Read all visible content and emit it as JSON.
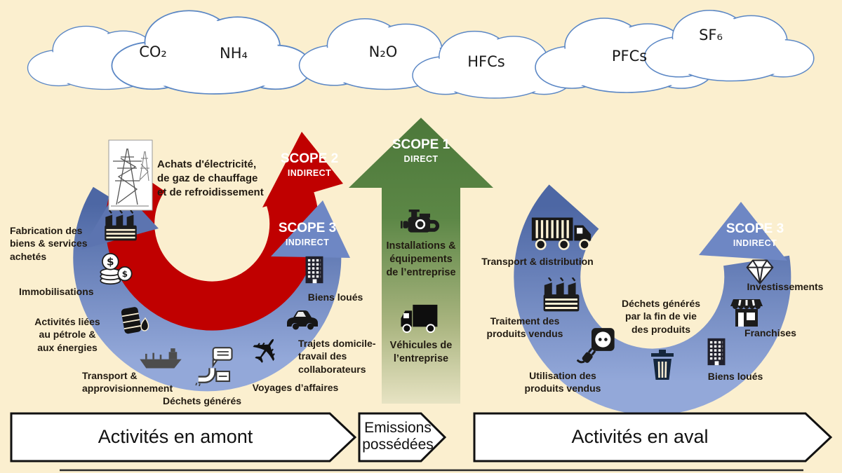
{
  "colors": {
    "background": "#FBEFCF",
    "cloud_outline": "#5B87C5",
    "scope1_green": "#4C783A",
    "scope2_red": "#C00000",
    "scope3_blue": "#6E87C4"
  },
  "gases": [
    {
      "label": "CO₂"
    },
    {
      "label": "NH₄"
    },
    {
      "label": "N₂O"
    },
    {
      "label": "HFCs"
    },
    {
      "label": "PFCs"
    },
    {
      "label": "SF₆"
    }
  ],
  "upstream": {
    "scope2": {
      "title": "SCOPE 2",
      "level": "INDIRECT"
    },
    "scope3": {
      "title": "SCOPE 3",
      "level": "INDIRECT"
    },
    "electricity_label": "Achats d'électricité,\nde gaz de chauffage\net de refroidissement",
    "items": [
      {
        "icon": "factory-icon",
        "label": "Fabrication des\nbiens & services\nachetés"
      },
      {
        "icon": "coins-icon",
        "label": "Immobilisations"
      },
      {
        "icon": "oil-barrel-icon",
        "label": "Activités liées\nau pétrole &\naux énergies"
      },
      {
        "icon": "cargo-ship-icon",
        "label": "Transport &\napprovisionnement"
      },
      {
        "icon": "waste-pipe-icon",
        "label": "Déchets générés"
      },
      {
        "icon": "airplane-icon",
        "label": "Voyages d’affaires"
      },
      {
        "icon": "car-icon",
        "label": "Trajets domicile-\ntravail des\ncollaborateurs"
      },
      {
        "icon": "building-icon",
        "label": "Biens loués"
      }
    ]
  },
  "owned": {
    "scope1": {
      "title": "SCOPE 1",
      "level": "DIRECT"
    },
    "items": [
      {
        "icon": "engine-icon",
        "label": "Installations &\néquipements\nde l’entreprise"
      },
      {
        "icon": "box-truck-icon",
        "label": "Véhicules de\nl’entreprise"
      }
    ]
  },
  "downstream": {
    "scope3": {
      "title": "SCOPE 3",
      "level": "INDIRECT"
    },
    "items": [
      {
        "icon": "delivery-truck-icon",
        "label": "Transport & distribution"
      },
      {
        "icon": "factory-icon",
        "label": "Traitement des\nproduits vendus"
      },
      {
        "icon": "plug-icon",
        "label": "Utilisation des\nproduits vendus"
      },
      {
        "icon": "trash-icon",
        "label": "Déchets générés\npar la fin de vie\ndes produits"
      },
      {
        "icon": "diamond-icon",
        "label": "Investissements"
      },
      {
        "icon": "storefront-icon",
        "label": "Franchises"
      },
      {
        "icon": "building-icon",
        "label": "Biens loués"
      }
    ]
  },
  "banners": {
    "upstream": "Activités en amont",
    "owned": "Emissions\npossédées",
    "downstream": "Activités en aval"
  }
}
